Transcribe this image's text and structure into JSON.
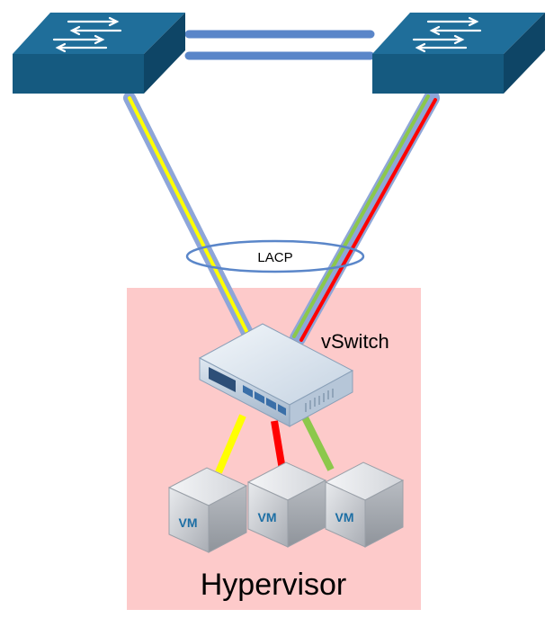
{
  "labels": {
    "lacp": "LACP",
    "vswitch": "vSwitch",
    "hypervisor": "Hypervisor",
    "vm_1": "VM",
    "vm_2": "VM",
    "vm_3": "VM"
  },
  "colors": {
    "switch_top": "#1f6e9a",
    "switch_front": "#155a80",
    "switch_side": "#0e4566",
    "uplink_bundle": "#8ea6d8",
    "interlink": "#5a86c9",
    "link_yellow": "#ffff00",
    "link_red": "#ff0000",
    "link_green": "#8cc84b",
    "hypervisor_bg": "#fdcaca",
    "vm_face": "#c9ccd1",
    "vm_text": "#1c6ea4"
  }
}
